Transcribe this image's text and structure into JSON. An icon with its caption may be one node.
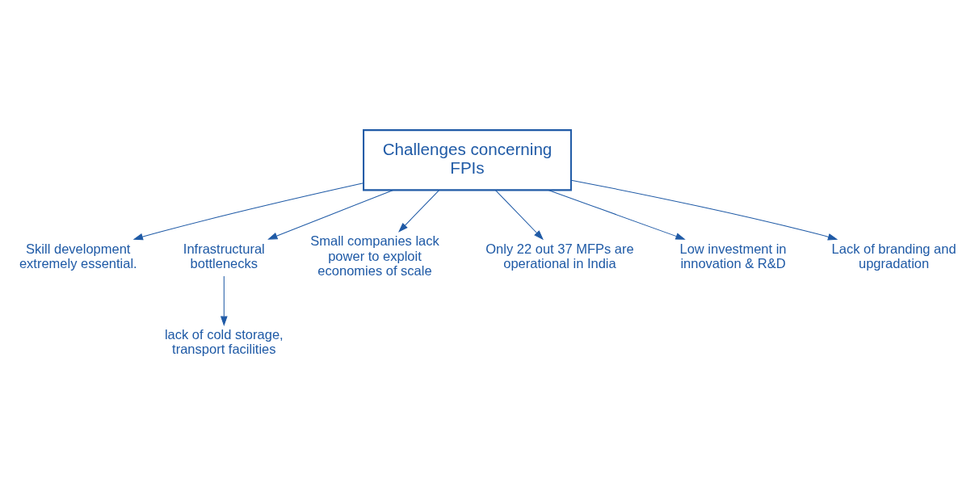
{
  "diagram": {
    "nodes": [
      {
        "text": [
          "Challenges concerning FPIs"
        ]
      },
      {
        "text": [
          "Skill development extremely essential."
        ]
      },
      {
        "text": [
          "Infrastructural bottlenecks"
        ]
      },
      {
        "text": [
          "lack of cold storage, transport facilities"
        ]
      },
      {
        "text": [
          "Small companies lack power to exploit economies of scale"
        ]
      },
      {
        "text": [
          "Only 22 out 37 MFPs are operational in India"
        ]
      },
      {
        "text": [
          "Low investment in innovation & R&D"
        ]
      },
      {
        "text": [
          "Lack of branding and upgradation"
        ]
      }
    ],
    "edges": [
      {
        "from": 0,
        "to": 1,
        "arrow": "to"
      },
      {
        "from": 0,
        "to": 2,
        "arrow": "to"
      },
      {
        "from": 2,
        "to": 3,
        "arrow": "to"
      },
      {
        "from": 0,
        "to": 4,
        "arrow": "to"
      },
      {
        "from": 0,
        "to": 5,
        "arrow": "to"
      },
      {
        "from": 0,
        "to": 6,
        "arrow": "to"
      },
      {
        "from": 0,
        "to": 7,
        "arrow": "to"
      }
    ]
  }
}
